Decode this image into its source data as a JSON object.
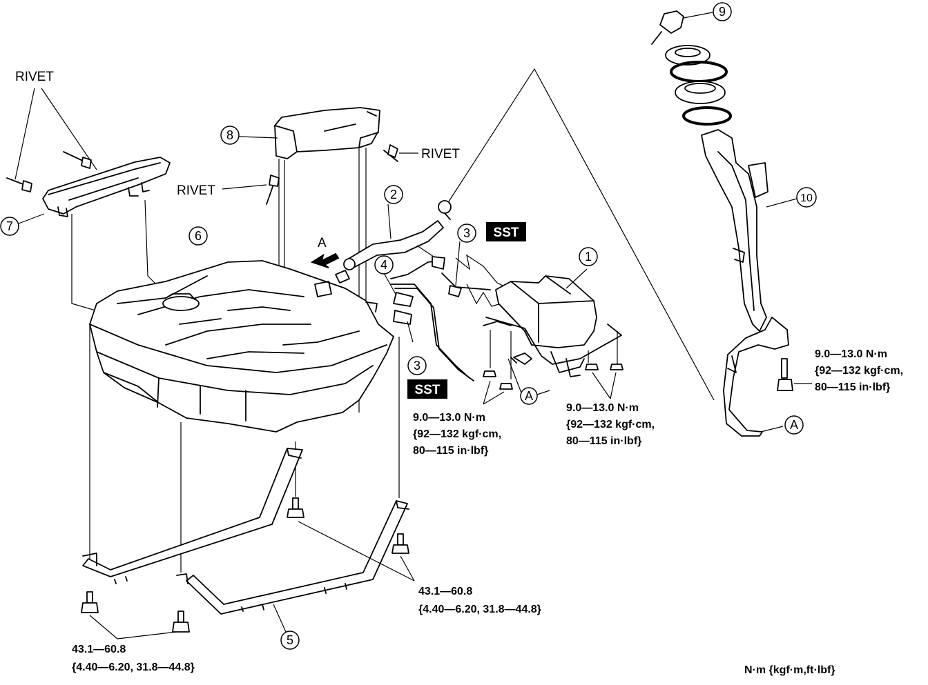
{
  "labels": {
    "rivet": "RIVET",
    "sst": "SST",
    "unit_legend": "N·m {kgf·m,ft·lbf}",
    "view_arrow": "A"
  },
  "callouts": [
    "1",
    "2",
    "3",
    "4",
    "5",
    "6",
    "7",
    "8",
    "9",
    "10"
  ],
  "circle_a": "A",
  "torques": {
    "canister_left": {
      "line1": "9.0—13.0 N·m",
      "line2": "{92—132 kgf·cm,",
      "line3": "80—115 in·lbf}"
    },
    "canister_right": {
      "line1": "9.0—13.0 N·m",
      "line2": "{92—132 kgf·cm,",
      "line3": "80—115 in·lbf}"
    },
    "filler_pipe": {
      "line1": "9.0—13.0 N·m",
      "line2": "{92—132 kgf·cm,",
      "line3": "80—115 in·lbf}"
    },
    "band_right": {
      "line1": "43.1—60.8",
      "line2": "{4.40—6.20, 31.8—44.8}"
    },
    "band_left": {
      "line1": "43.1—60.8",
      "line2": "{4.40—6.20, 31.8—44.8}"
    }
  }
}
